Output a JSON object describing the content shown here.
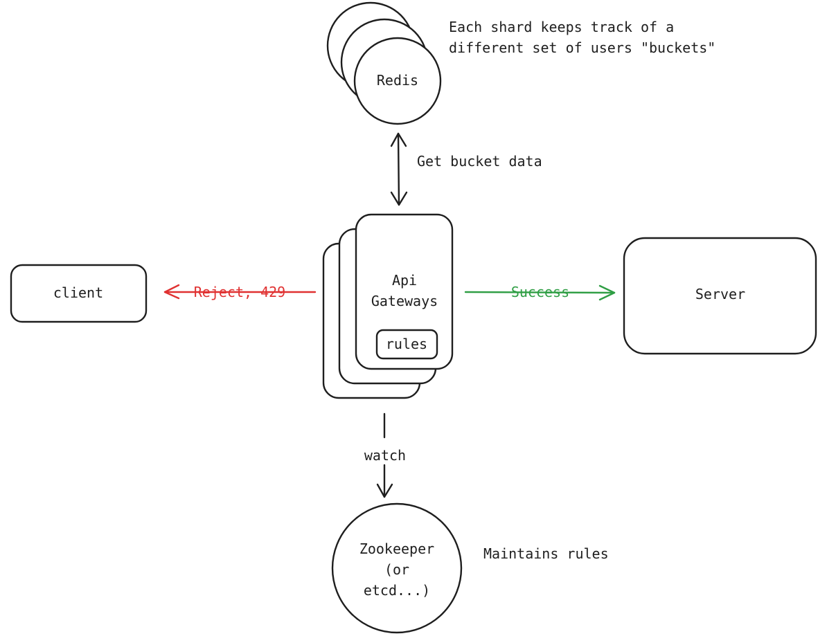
{
  "nodes": {
    "redis": "Redis",
    "redis_note_line1": "Each shard keeps track of a",
    "redis_note_line2": "different set of users \"buckets\"",
    "gateway_line1": "Api",
    "gateway_line2": "Gateways",
    "rules": "rules",
    "client": "client",
    "server": "Server",
    "zookeeper_line1": "Zookeeper",
    "zookeeper_line2": "(or",
    "zookeeper_line3": "etcd...)",
    "zookeeper_note": "Maintains rules"
  },
  "edges": {
    "redis_gateway": "Get bucket data",
    "reject": "Reject, 429",
    "success": "Success",
    "watch": "watch"
  },
  "colors": {
    "ink": "#1e1e1e",
    "reject": "#e03131",
    "success": "#2f9e44",
    "background": "#ffffff"
  }
}
